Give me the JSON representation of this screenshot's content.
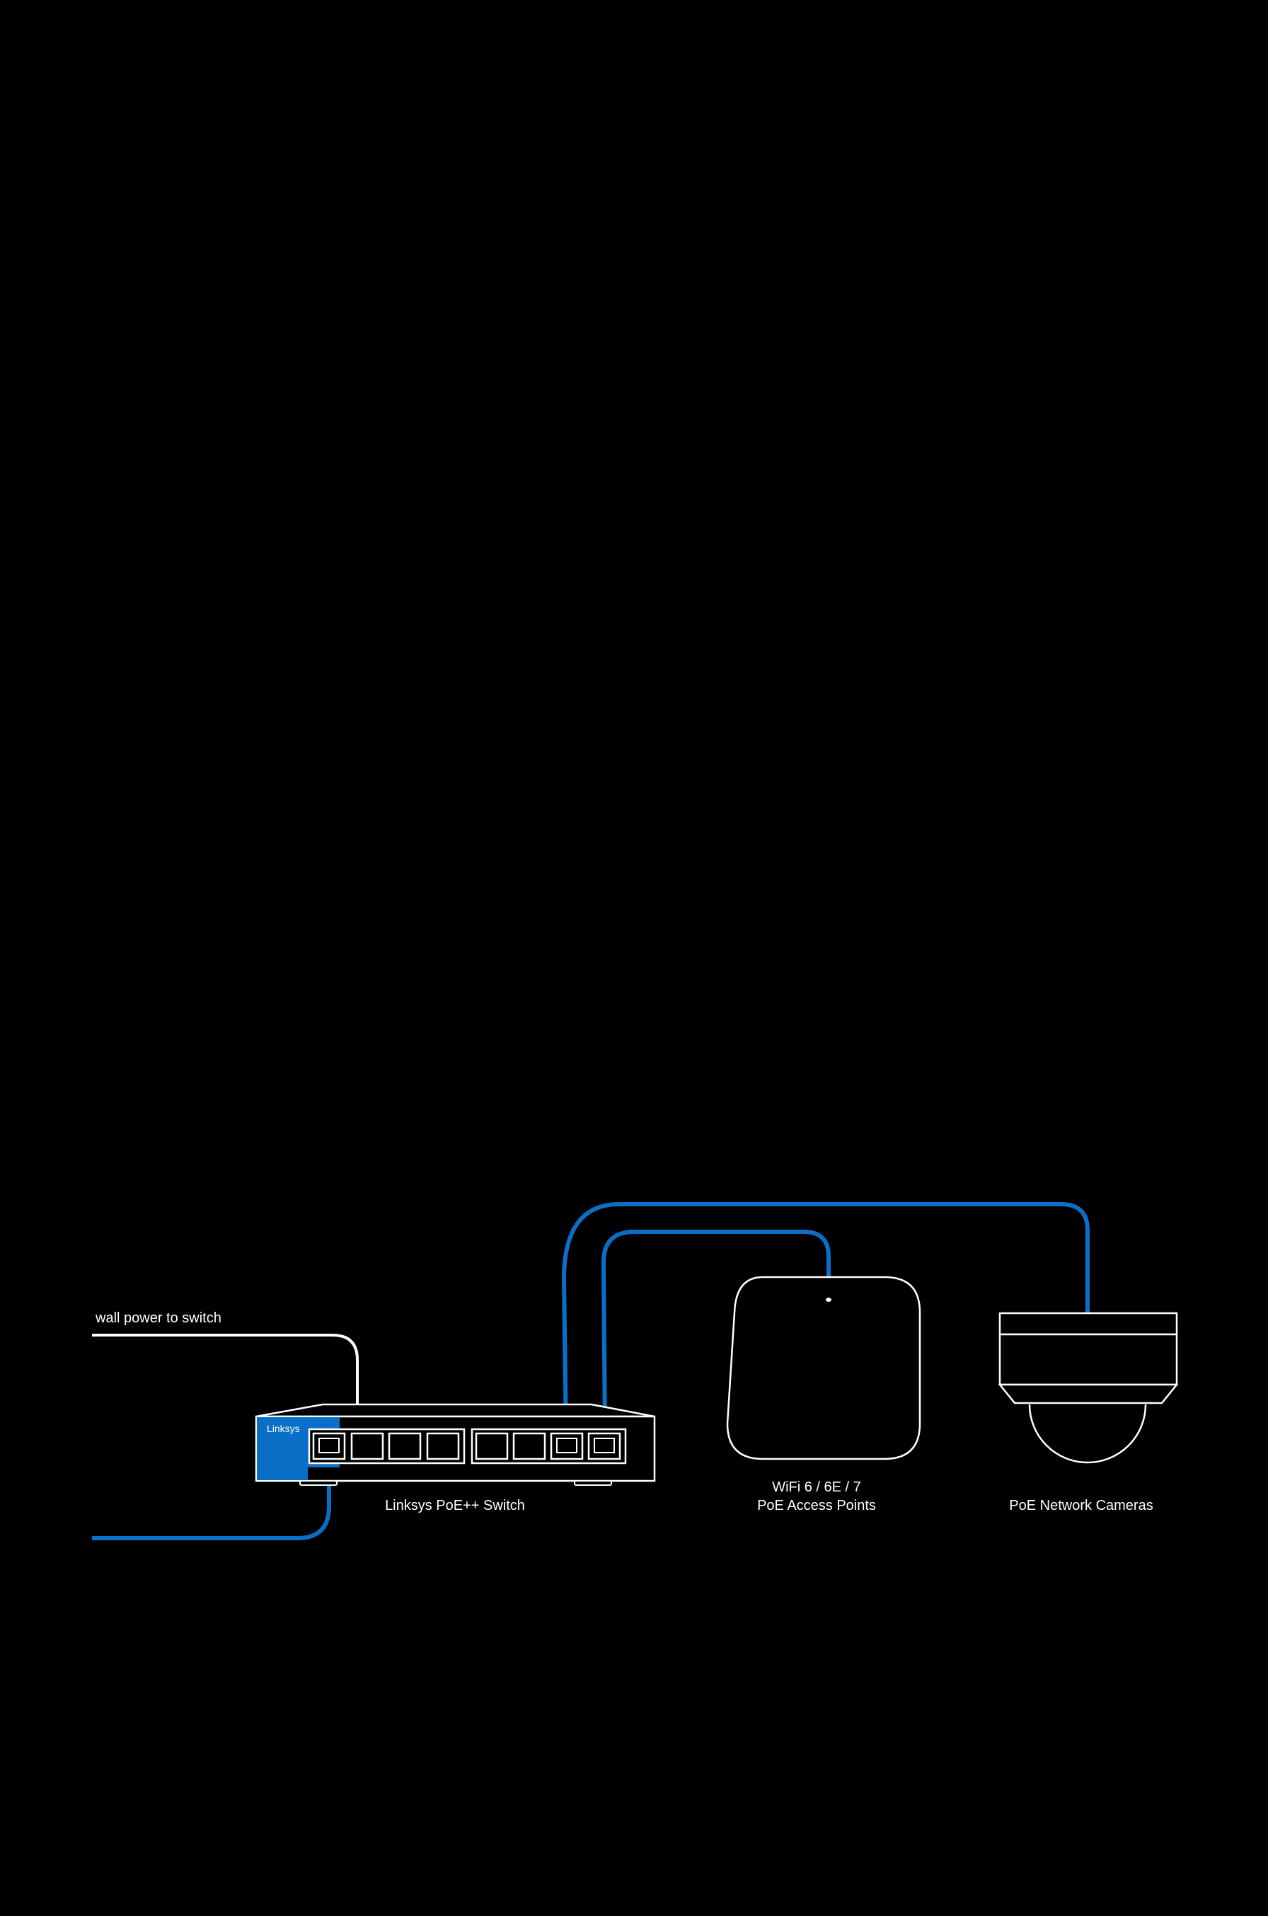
{
  "diagram": {
    "colors": {
      "background": "#000000",
      "outline": "#ffffff",
      "accent": "#0a6fc7"
    },
    "labels": {
      "wall_power": "wall power to switch",
      "switch_brand": "Linksys",
      "switch": "Linksys PoE++ Switch",
      "access_point_line1": "WiFi 6 / 6E / 7",
      "access_point_line2": "PoE Access Points",
      "camera": "PoE Network Cameras"
    },
    "icons": [
      "poe-switch-icon",
      "access-point-icon",
      "dome-camera-icon",
      "ethernet-port-icon"
    ]
  }
}
